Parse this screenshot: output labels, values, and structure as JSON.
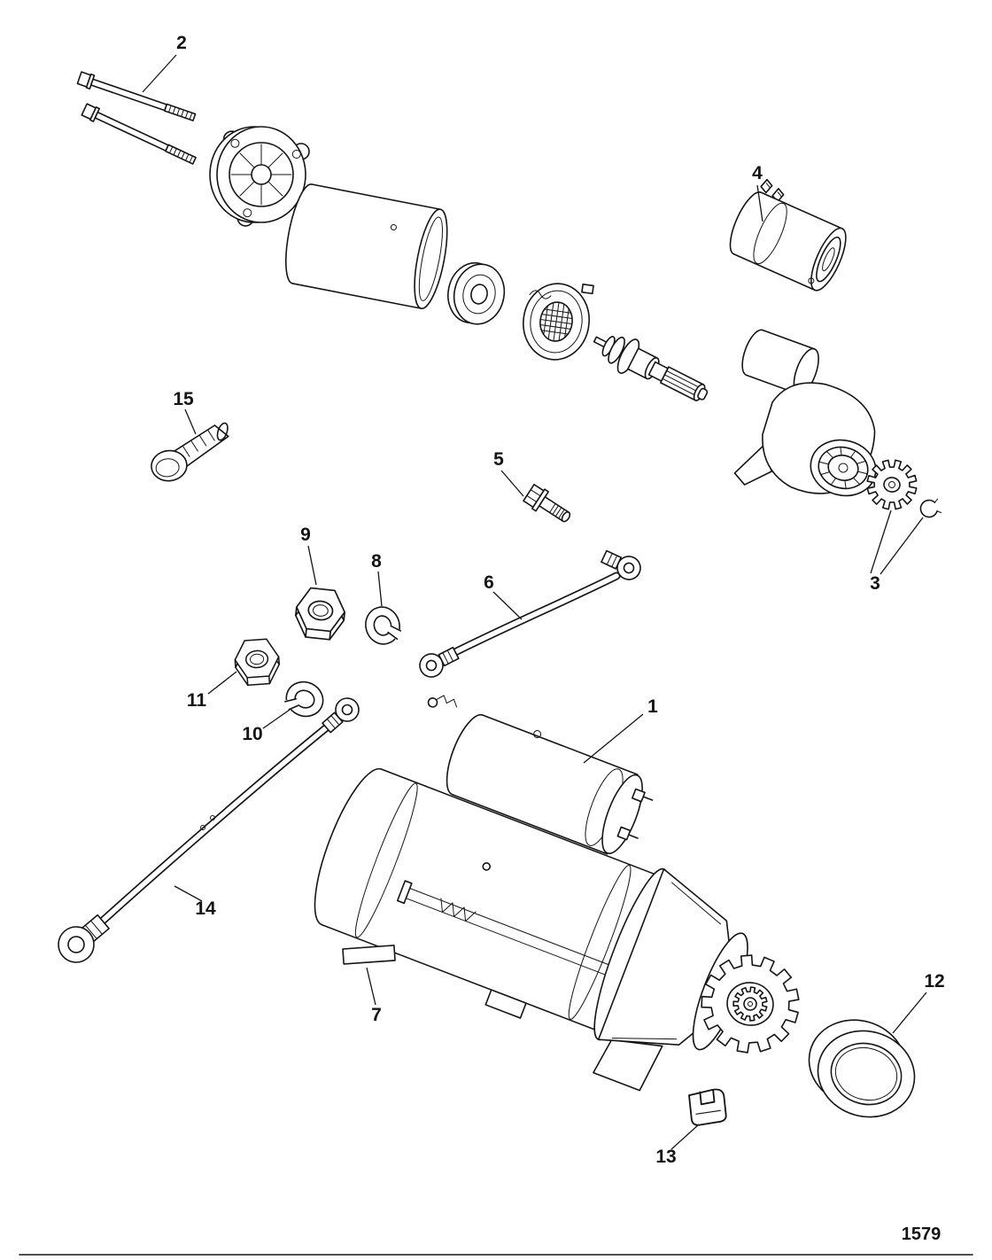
{
  "page": {
    "number": "1579"
  },
  "callouts": [
    {
      "label": "1"
    },
    {
      "label": "2"
    },
    {
      "label": "3"
    },
    {
      "label": "4"
    },
    {
      "label": "5"
    },
    {
      "label": "6"
    },
    {
      "label": "7"
    },
    {
      "label": "8"
    },
    {
      "label": "9"
    },
    {
      "label": "10"
    },
    {
      "label": "11"
    },
    {
      "label": "12"
    },
    {
      "label": "13"
    },
    {
      "label": "14"
    },
    {
      "label": "15"
    }
  ]
}
